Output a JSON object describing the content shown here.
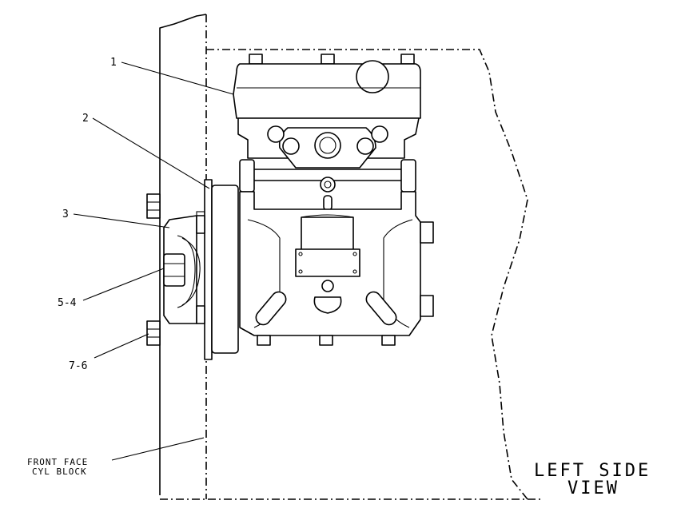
{
  "callouts": [
    {
      "id": "1",
      "text": "1"
    },
    {
      "id": "2",
      "text": "2"
    },
    {
      "id": "3",
      "text": "3"
    },
    {
      "id": "5-4",
      "text": "5-4"
    },
    {
      "id": "7-6",
      "text": "7-6"
    }
  ],
  "notes": {
    "front_face_line1": "FRONT FACE",
    "front_face_line2": "CYL BLOCK"
  },
  "view_label": {
    "line1": "LEFT SIDE",
    "line2": "VIEW"
  }
}
